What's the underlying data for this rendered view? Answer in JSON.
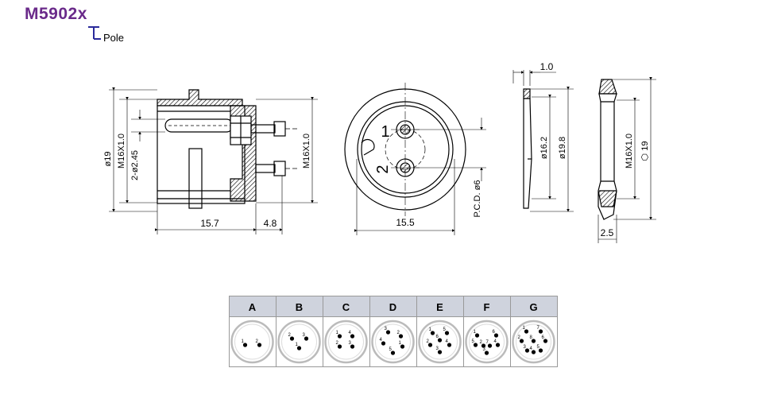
{
  "header": {
    "model": "M5902x",
    "pole_label": "Pole",
    "accent_color": "#6a2a8a",
    "marker_color": "#2a2a9a"
  },
  "side_view": {
    "dims": {
      "diameter": "ø19",
      "thread": "M16X1.0",
      "holes": "2-ø2.45",
      "thread_right": "M16X1.0",
      "length": "15.7",
      "tail": "4.8"
    }
  },
  "front_view": {
    "pin_1": "1",
    "pin_2": "2",
    "dims": {
      "width": "15.5",
      "pcd": "P.C.D. ø6",
      "inner": "ø16.2",
      "outer": "ø19.8"
    }
  },
  "washer_view": {
    "dims": {
      "thickness": "1.0"
    }
  },
  "nut_view": {
    "dims": {
      "thread": "M16X1.0",
      "hex": "⬡ 19",
      "thickness": "2.5"
    }
  },
  "pin_table": {
    "header_color": "#cfd3dd",
    "columns": [
      {
        "label": "A",
        "pins": [
          "1",
          "2"
        ]
      },
      {
        "label": "B",
        "pins": [
          "2",
          "3",
          "1"
        ]
      },
      {
        "label": "C",
        "pins": [
          "1",
          "4",
          "2",
          "3"
        ]
      },
      {
        "label": "D",
        "pins": [
          "3",
          "2",
          "4",
          "1",
          "5"
        ]
      },
      {
        "label": "E",
        "pins": [
          "1",
          "5",
          "6",
          "2",
          "4",
          "3"
        ]
      },
      {
        "label": "F",
        "pins": [
          "1",
          "6",
          "5",
          "2",
          "7",
          "4",
          "3"
        ]
      },
      {
        "label": "G",
        "pins": [
          "1",
          "7",
          "2",
          "8",
          "6",
          "3",
          "4",
          "5"
        ]
      }
    ]
  }
}
